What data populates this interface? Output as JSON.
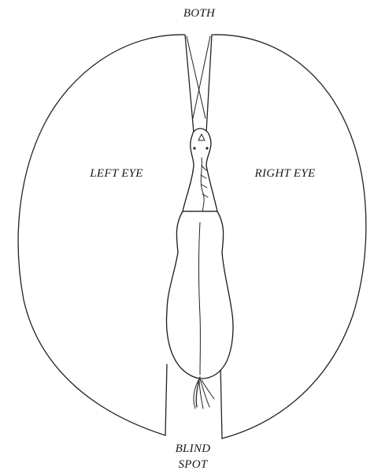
{
  "diagram": {
    "labels": {
      "both": "BOTH",
      "left_eye": "LEFT EYE",
      "right_eye": "RIGHT EYE",
      "blind_line1": "BLIND",
      "blind_line2": "SPOT"
    }
  }
}
